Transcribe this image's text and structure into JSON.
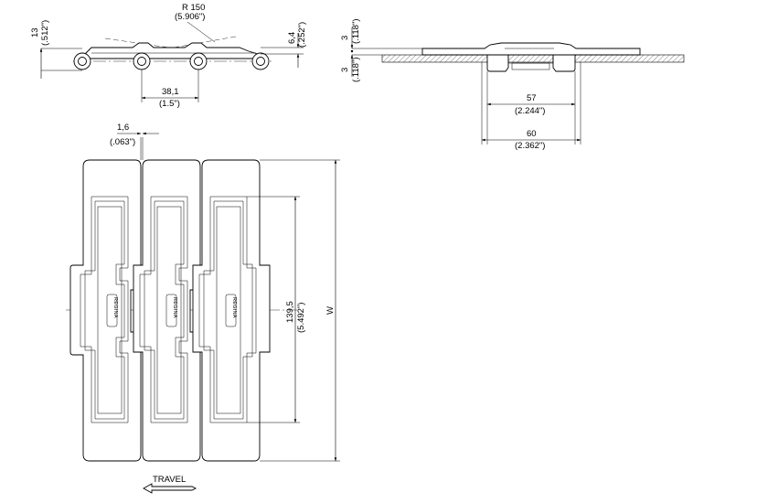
{
  "side_view": {
    "radius_label": "R 150",
    "radius_label_inch": "(5.906\")",
    "height_label": "13",
    "height_label_inch": "(.512\")",
    "thickness_label": "6,4",
    "thickness_label_inch": "(.252\")",
    "pitch_label": "38,1",
    "pitch_label_inch": "(1.5\")"
  },
  "front_view": {
    "top_label": "3",
    "top_label_inch": "(.118\")",
    "bottom_label": "3",
    "bottom_label_inch": "(.118\")",
    "inner_width_label": "57",
    "inner_width_label_inch": "(2.244\")",
    "outer_width_label": "60",
    "outer_width_label_inch": "(2.362\")"
  },
  "top_view": {
    "gap_label": "1,6",
    "gap_label_inch": "(.063\")",
    "length_label": "139,5",
    "length_label_inch": "(5.492\")",
    "width_label": "W",
    "logo_text": "REGINA",
    "travel_label": "TRAVEL"
  }
}
